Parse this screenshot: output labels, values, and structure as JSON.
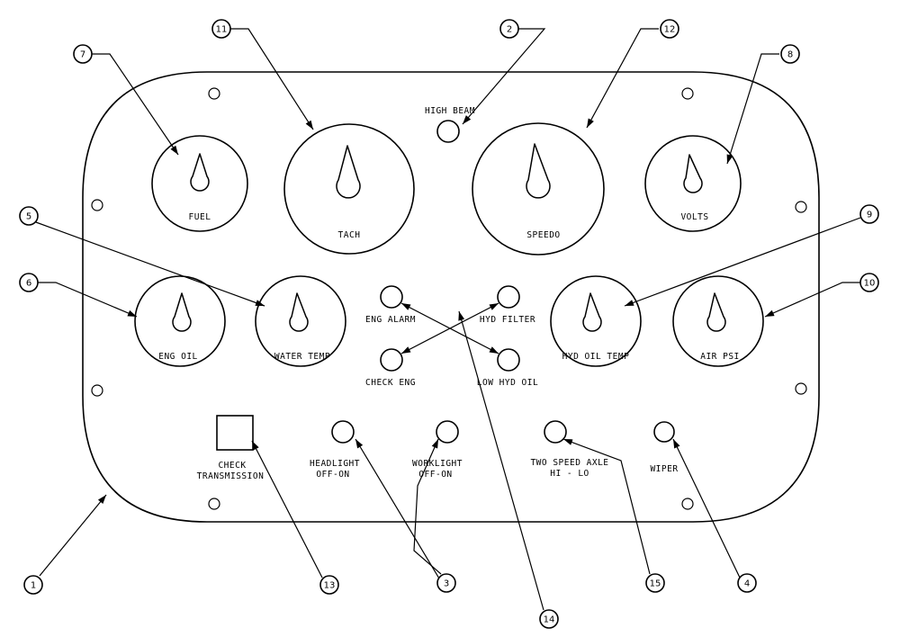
{
  "gauges": [
    {
      "id": "fuel",
      "label": "FUEL"
    },
    {
      "id": "tach",
      "label": "TACH"
    },
    {
      "id": "speedo",
      "label": "SPEEDO"
    },
    {
      "id": "volts",
      "label": "VOLTS"
    },
    {
      "id": "eng-oil",
      "label": "ENG OIL"
    },
    {
      "id": "water-temp",
      "label": "WATER TEMP"
    },
    {
      "id": "hyd-oil-temp",
      "label": "HYD OIL TEMP"
    },
    {
      "id": "air-psi",
      "label": "AIR PSI"
    }
  ],
  "indicators": {
    "high_beam": "HIGH BEAM",
    "eng_alarm": "ENG ALARM",
    "hyd_filter": "HYD FILTER",
    "check_eng": "CHECK ENG",
    "low_hyd_oil": "LOW HYD OIL"
  },
  "check_transmission": [
    "CHECK",
    "TRANSMISSION"
  ],
  "switches": {
    "headlight": [
      "HEADLIGHT",
      "OFF-ON"
    ],
    "worklight": [
      "WORKLIGHT",
      "OFF-ON"
    ],
    "two_speed_axle": [
      "TWO SPEED AXLE",
      "HI - LO"
    ],
    "wiper": "WIPER"
  },
  "callouts": [
    "1",
    "2",
    "3",
    "4",
    "5",
    "6",
    "7",
    "8",
    "9",
    "10",
    "11",
    "12",
    "13",
    "14",
    "15"
  ]
}
